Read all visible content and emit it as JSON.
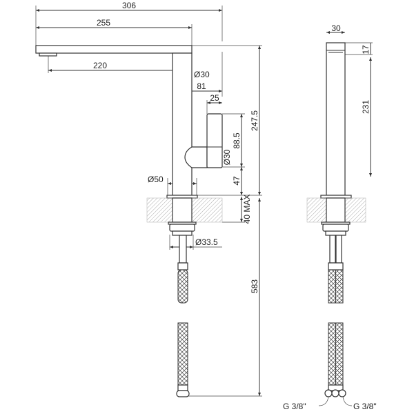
{
  "drawing": {
    "side_view": {
      "overall_reach": "306",
      "spout_length": "255",
      "outlet_to_body": "220",
      "body_diameter": "Ø30",
      "body_to_handle": "81",
      "handle_width": "25",
      "handle_height": "88.5",
      "handle_diameter": "Ø30",
      "handle_base_height": "47",
      "total_height": "247.5",
      "base_diameter": "Ø50",
      "max_counter_thickness": "40 MAX",
      "shank_diameter": "Ø33.5",
      "hose_length": "583"
    },
    "front_view": {
      "width": "30",
      "spout_thickness": "17",
      "body_height": "231",
      "connection_left": "G 3/8\"",
      "connection_right": "G 3/8\""
    }
  }
}
